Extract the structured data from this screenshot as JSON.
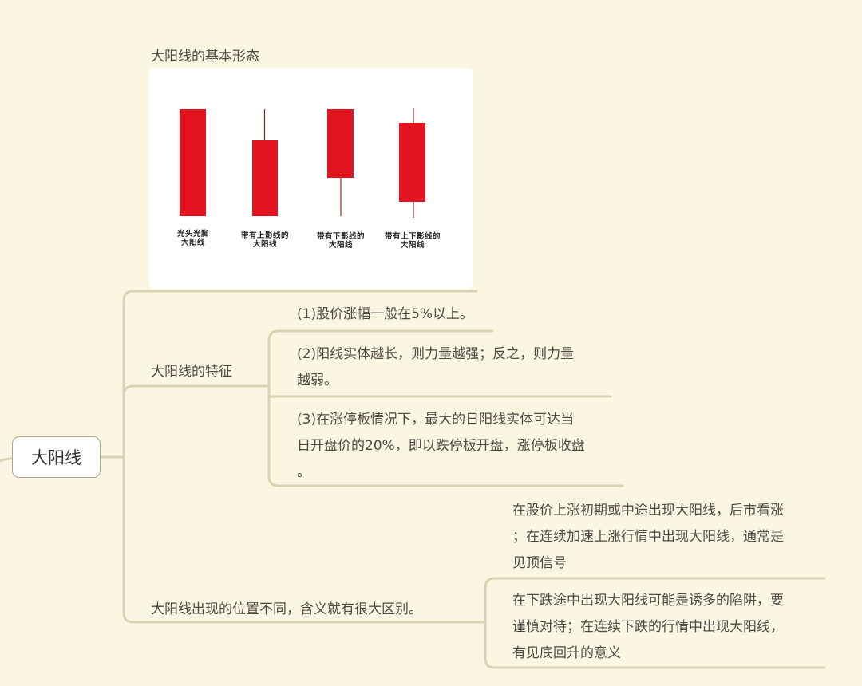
{
  "root": {
    "label": "大阳线"
  },
  "image_branch": {
    "title": "大阳线的基本形态",
    "candles": [
      {
        "label_line1": "光头光脚",
        "label_line2": "大阳线",
        "type": "no-shadow"
      },
      {
        "label_line1": "带有上影线的",
        "label_line2": "大阳线",
        "type": "upper-shadow"
      },
      {
        "label_line1": "带有下影线的",
        "label_line2": "大阳线",
        "type": "lower-shadow"
      },
      {
        "label_line1": "带有上下影线的",
        "label_line2": "大阳线",
        "type": "upper-lower-shadow"
      }
    ],
    "candle_color": "#e3141f",
    "wick_color": "#7a2a1f"
  },
  "features_branch": {
    "label": "大阳线的特征",
    "items": [
      {
        "text": "(1)股价涨幅一般在5%以上。"
      },
      {
        "line1": "(2)阳线实体越长，则力量越强；反之，则力量",
        "line2": "越弱。"
      },
      {
        "line1": "(3)在涨停板情况下，最大的日阳线实体可达当",
        "line2": "日开盘价的20%，即以跌停板开盘，涨停板收盘",
        "line3": "。"
      }
    ]
  },
  "position_branch": {
    "label": "大阳线出现的位置不同，含义就有很大区别。",
    "items": [
      {
        "line1": "在股价上涨初期或中途出现大阳线，后市看涨",
        "line2": "；在连续加速上涨行情中出现大阳线，通常是",
        "line3": "见顶信号"
      },
      {
        "line1": "在下跌途中出现大阳线可能是诱多的陷阱，要",
        "line2": "谨慎对待；在连续下跌的行情中出现大阳线，",
        "line3": "有见底回升的意义"
      }
    ]
  },
  "colors": {
    "background": "#fbf6e1",
    "connector": "#d9d2b4",
    "text": "#4f4a44",
    "node_border": "#a9a593"
  }
}
